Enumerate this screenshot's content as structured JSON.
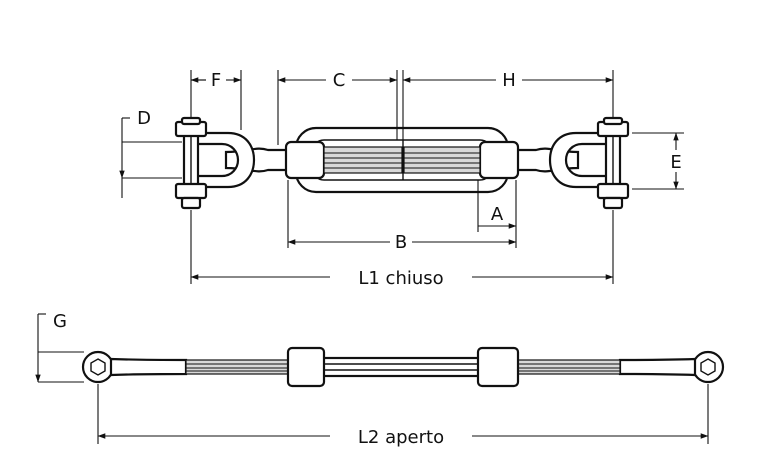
{
  "labels": {
    "F": "F",
    "C": "C",
    "H": "H",
    "D": "D",
    "E": "E",
    "A": "A",
    "B": "B",
    "L1": "L1 chiuso",
    "G": "G",
    "L2": "L2 aperto"
  }
}
